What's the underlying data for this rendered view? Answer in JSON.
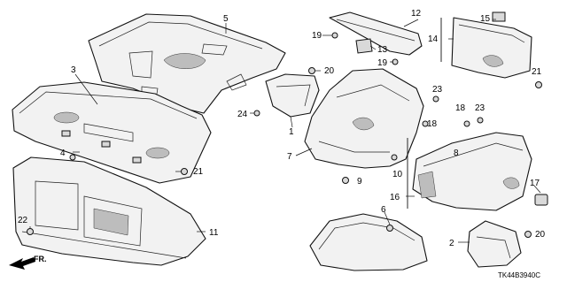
{
  "callouts": {
    "c1": "1",
    "c2": "2",
    "c3": "3",
    "c4": "4",
    "c5": "5",
    "c6": "6",
    "c7": "7",
    "c8": "8",
    "c9": "9",
    "c10": "10",
    "c11": "11",
    "c12": "12",
    "c13": "13",
    "c14": "14",
    "c15": "15",
    "c16": "16",
    "c17": "17",
    "c18a": "18",
    "c18b": "18",
    "c19a": "19",
    "c19b": "19",
    "c20a": "20",
    "c20b": "20",
    "c21a": "21",
    "c21b": "21",
    "c22": "22",
    "c23a": "23",
    "c23b": "23",
    "c24": "24"
  },
  "direction_label": "FR.",
  "diagram_code": "TK44B3940C"
}
